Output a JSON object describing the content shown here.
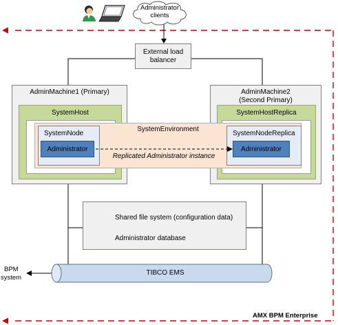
{
  "clients": {
    "label": "Administrator clients"
  },
  "load_balancer": {
    "label_line1": "External load",
    "label_line2": "balancer"
  },
  "machine1": {
    "title": "AdminMachine1 (Primary)",
    "host": "SystemHost",
    "node": "SystemNode",
    "admin": "Administrator"
  },
  "machine2": {
    "title_line1": "AdminMachine2",
    "title_line2": "(Second Primary)",
    "host": "SystemHostReplica",
    "node": "SystemNodeReplica",
    "admin": "Administrator"
  },
  "environment": {
    "label": "SystemEnvironment",
    "replication": "Replicated Administrator instance"
  },
  "shared": {
    "filesystem": "Shared file system (configuration data)",
    "database": "Administrator database"
  },
  "ems": {
    "label": "TIBCO EMS"
  },
  "bpm_system": {
    "line1": "BPM",
    "line2": "system"
  },
  "enterprise": {
    "label": "AMX BPM Enterprise"
  },
  "colors": {
    "boundary": "#cc0000",
    "host": "#c6d99a",
    "admin": "#4f81bd",
    "environment": "#fce4d2"
  }
}
